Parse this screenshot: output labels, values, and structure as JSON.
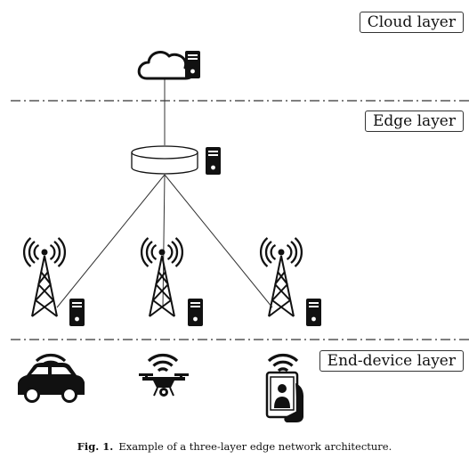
{
  "layers": {
    "cloud": "Cloud layer",
    "edge": "Edge layer",
    "end_device": "End-device layer"
  },
  "caption": {
    "label": "Fig. 1.",
    "text": "Example of a three-layer edge network architecture."
  },
  "icons": {
    "cloud_tier": [
      "cloud-icon",
      "server-icon"
    ],
    "edge_tier": [
      "edge-router-icon",
      "server-icon"
    ],
    "base_stations": [
      "cell-tower-icon",
      "cell-tower-icon",
      "cell-tower-icon"
    ],
    "end_devices": [
      "connected-car-icon",
      "connected-drone-icon",
      "connected-phone-icon"
    ]
  }
}
